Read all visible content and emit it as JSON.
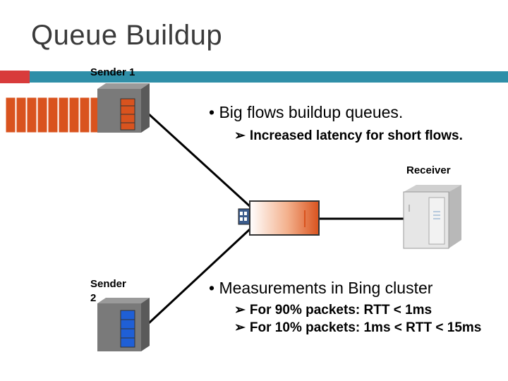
{
  "slide": {
    "title": "Queue Buildup"
  },
  "labels": {
    "sender1": "Sender 1",
    "sender2": "Sender 2",
    "receiver": "Receiver"
  },
  "bullets": [
    {
      "text": "Big flows buildup queues.",
      "subs": [
        "Increased latency for short flows."
      ]
    },
    {
      "text": "Measurements in Bing cluster",
      "subs": [
        "For 90% packets: RTT < 1ms",
        "For 10% packets: 1ms < RTT < 15ms"
      ]
    }
  ],
  "colors": {
    "accent_red": "#d83b3b",
    "accent_teal": "#2f8fa8",
    "big_flow_packets": "#d9531e",
    "short_flow_packets": "#1f5fd6"
  },
  "icons": {
    "sender1": "server-icon",
    "sender2": "server-icon",
    "receiver": "server-icon",
    "switch": "switch-icon"
  }
}
